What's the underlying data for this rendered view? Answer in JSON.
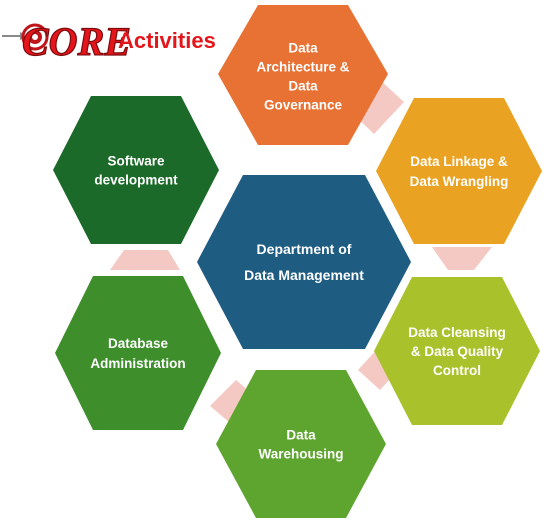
{
  "title": {
    "logo_text": "CORE",
    "word": "Activities"
  },
  "center": {
    "lines": [
      "Department of",
      "Data Management"
    ],
    "color": "#1e5c82"
  },
  "nodes": [
    {
      "id": "data-architecture",
      "lines": [
        "Data",
        "Architecture &",
        "Data",
        "Governance"
      ],
      "color": "#e87134"
    },
    {
      "id": "data-linkage",
      "lines": [
        "Data Linkage &",
        "Data Wrangling"
      ],
      "color": "#e9a221"
    },
    {
      "id": "data-cleansing",
      "lines": [
        "Data Cleansing",
        "& Data Quality",
        "Control"
      ],
      "color": "#a9c12a"
    },
    {
      "id": "data-warehousing",
      "lines": [
        "Data",
        "Warehousing"
      ],
      "color": "#5ea52f"
    },
    {
      "id": "database-admin",
      "lines": [
        "Database",
        "Administration"
      ],
      "color": "#3e8f2c"
    },
    {
      "id": "software-dev",
      "lines": [
        "Software",
        "development"
      ],
      "color": "#1c6a2a"
    }
  ],
  "colors": {
    "connector": "#f4c9c3",
    "title_red": "#e4161b"
  }
}
